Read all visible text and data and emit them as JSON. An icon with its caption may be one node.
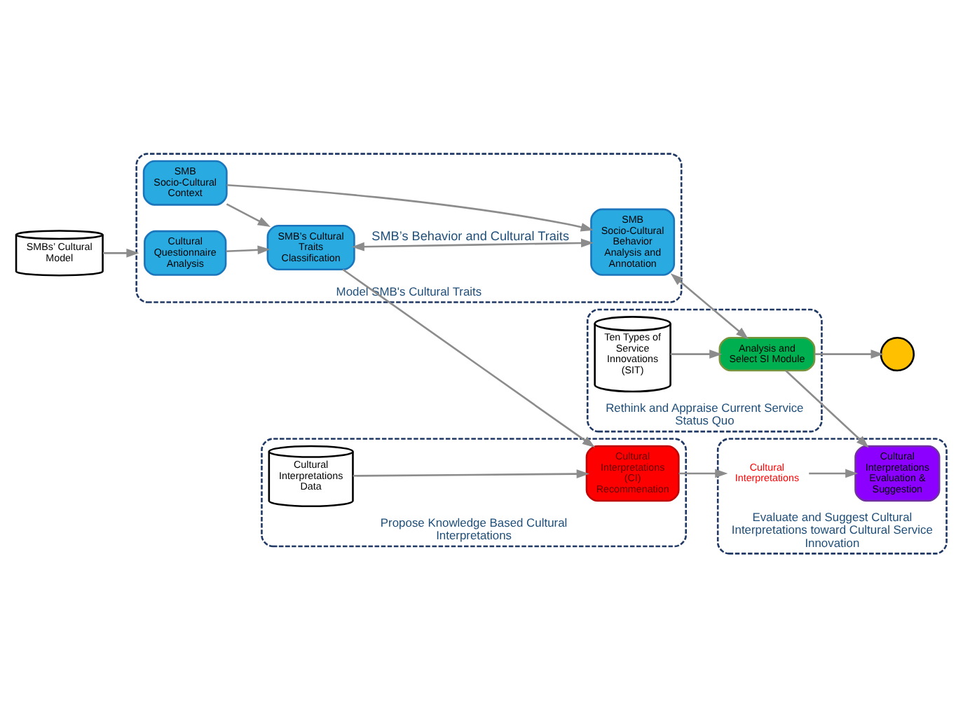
{
  "diagram": {
    "nodes": [
      {
        "text": [
          "SMBs’ Cultural Model"
        ]
      },
      {
        "text": [
          "Model SMB's Cultural Traits"
        ]
      },
      {
        "text": [
          "Cultural Questionnaire Analysis"
        ],
        "in": 1
      },
      {
        "text": [
          "SMB Socio-Cultural Context"
        ],
        "in": 1
      },
      {
        "text": [
          "SMB Socio-Cultural Behavior Analysis and Annotation"
        ],
        "in": 1
      },
      {
        "text": [
          "SMB’s Cultural Traits Classification"
        ],
        "in": 1
      },
      {
        "text": [
          "Propose Knowledge Based Cultural Interpretations"
        ]
      },
      {
        "text": [
          "Cultural Interpretations (CI) Recommenation"
        ],
        "in": 6
      },
      {
        "text": [
          "Cultural Interpretations Data"
        ],
        "in": 6
      },
      {
        "text": [
          "Rethink and Appraise Current Service Status Quo"
        ]
      },
      {
        "text": [
          "Ten Types of Service Innovations (SIT)"
        ],
        "in": 9
      },
      {
        "text": [
          "Analysis and Select SI Module"
        ],
        "in": 9
      },
      {
        "text": [
          "Evaluate and Suggest Cultural Interpretations toward Cultural Service Innovation"
        ]
      },
      {
        "text": [
          "Cultural Interpretations Evaluation & Suggestion"
        ],
        "in": 12
      },
      {
        "text": [
          "Cultural Interpretations"
        ],
        "in": 12
      },
      {
        "text": [],
        "shape": "circle"
      }
    ],
    "edges": [
      {
        "from": 0,
        "to": 1,
        "arrow": "to"
      },
      {
        "from": 2,
        "to": 5,
        "arrow": "to"
      },
      {
        "from": 3,
        "to": 5,
        "arrow": "to"
      },
      {
        "from": 3,
        "to": 4,
        "arrow": "to"
      },
      {
        "from": 5,
        "to": 4,
        "arrow": "both",
        "label": "SMB’s Behavior and Cultural Traits"
      },
      {
        "from": 5,
        "to": 7,
        "arrow": "to"
      },
      {
        "from": 8,
        "to": 7,
        "arrow": "to"
      },
      {
        "from": 7,
        "to": 14,
        "arrow": "to"
      },
      {
        "from": 4,
        "to": 11,
        "arrow": "both"
      },
      {
        "from": 10,
        "to": 11,
        "arrow": "to"
      },
      {
        "from": 11,
        "to": 13,
        "arrow": "to"
      },
      {
        "from": 14,
        "to": 13,
        "arrow": "to"
      },
      {
        "from": 11,
        "to": 15,
        "arrow": "to"
      }
    ]
  }
}
